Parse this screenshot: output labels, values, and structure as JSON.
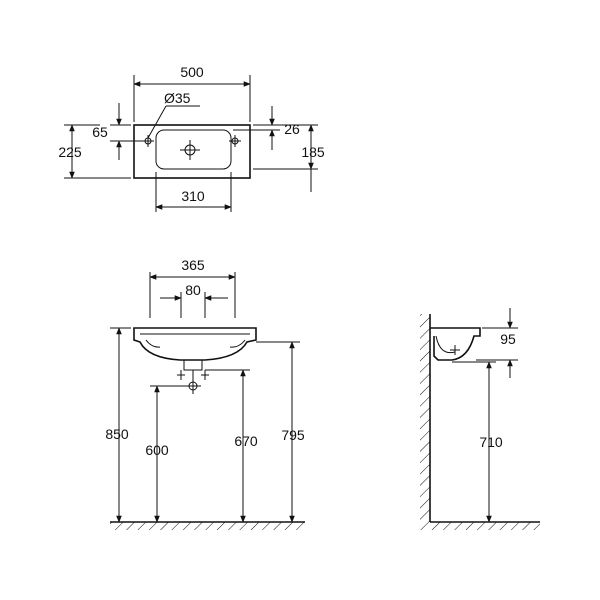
{
  "top_view": {
    "width_total": "500",
    "hole_diameter": "Ø35",
    "tap_offset": "65",
    "depth_total": "225",
    "rim_offset": "26",
    "bowl_depth": "185",
    "bowl_width": "310"
  },
  "front_view": {
    "bowl_width": "365",
    "bracket_spacing": "80",
    "height_total": "850",
    "waste_height": "600",
    "trap_height": "670",
    "rim_height": "795"
  },
  "side_view": {
    "bowl_height": "95",
    "underside_height": "710"
  }
}
